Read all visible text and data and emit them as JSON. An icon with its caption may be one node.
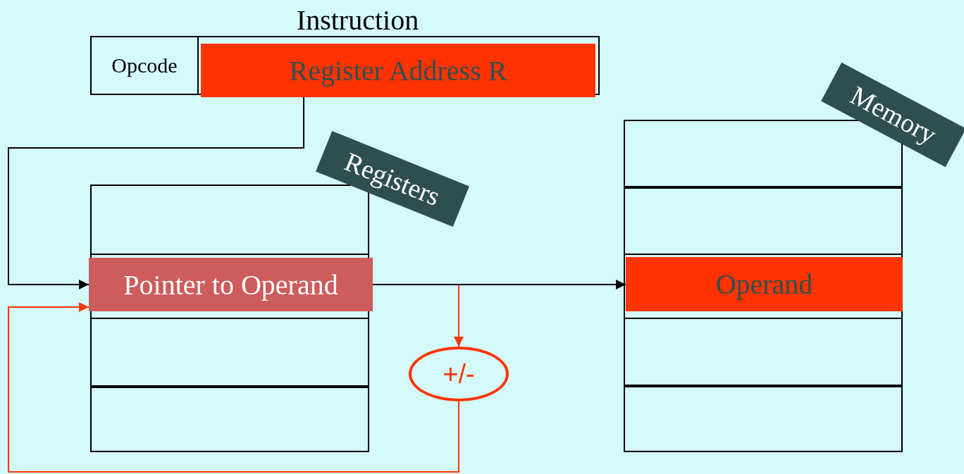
{
  "diagram": {
    "nodes": [
      {
        "text": [
          "Instruction"
        ]
      },
      {
        "text": [
          "Opcode"
        ],
        "in": 0
      },
      {
        "text": [
          "Register Address R"
        ],
        "in": 0
      },
      {
        "text": [
          "Registers"
        ]
      },
      {
        "text": [],
        "shape": "box",
        "in": 3
      },
      {
        "text": [
          "Pointer to Operand"
        ],
        "in": 3
      },
      {
        "text": [],
        "shape": "box",
        "in": 3
      },
      {
        "text": [],
        "shape": "box",
        "in": 3
      },
      {
        "text": [
          "Memory"
        ]
      },
      {
        "text": [],
        "shape": "box",
        "in": 8
      },
      {
        "text": [],
        "shape": "box",
        "in": 8
      },
      {
        "text": [
          "Operand"
        ],
        "in": 8
      },
      {
        "text": [],
        "shape": "box",
        "in": 8
      },
      {
        "text": [],
        "shape": "box",
        "in": 8
      },
      {
        "text": [
          "+/-"
        ]
      }
    ],
    "edges": [
      {
        "from": 2,
        "to": 5,
        "arrow": "to"
      },
      {
        "from": 5,
        "to": 11,
        "arrow": "to"
      },
      {
        "from": 5,
        "to": 14,
        "arrow": "to",
        "color": "#ff3300"
      },
      {
        "from": 14,
        "to": 5,
        "arrow": "to",
        "color": "#ff3300"
      }
    ]
  }
}
